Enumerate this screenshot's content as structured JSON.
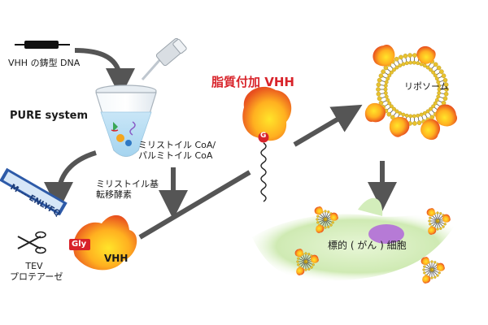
{
  "labels": {
    "dna": "VHH の鋳型 DNA",
    "pure": "PURE system",
    "substrate": "ミリストイル CoA/\nパルミトイル CoA",
    "enzyme": "ミリストイル基\n転移酵素",
    "tag": "M----ENLYFQ",
    "gly": "Gly",
    "vhh_small": "VHH",
    "tev": "TEV\nプロテアーゼ",
    "lipid_vhh": "脂質付加 VHH",
    "g_mark": "G",
    "liposome": "リポソーム",
    "cancer_cell": "標的 ( がん ) 細胞"
  },
  "colors": {
    "protein_outer": "#e8501f",
    "protein_inner": "#ffd21f",
    "arrow": "#555555",
    "red_text": "#d8232a",
    "cell": "#cfeab3",
    "nucleus": "#b67ad6",
    "lipid_head": "#e8c22e",
    "tag_box": "#2d5aa8"
  },
  "icons": [
    "dna-plasmid-icon",
    "pipette-icon",
    "tube-icon",
    "scissors-icon",
    "liposome-icon",
    "cell-icon"
  ]
}
